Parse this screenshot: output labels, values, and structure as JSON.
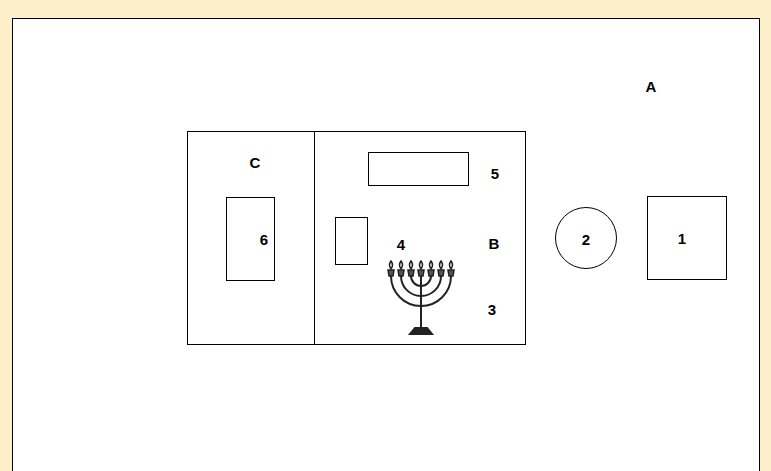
{
  "diagram": {
    "nodes": [
      {
        "text": [
          "A"
        ]
      },
      {
        "text": [
          "C"
        ],
        "in": 0
      },
      {
        "text": [
          "6"
        ],
        "in": 1
      },
      {
        "text": [
          "B"
        ],
        "in": 0
      },
      {
        "text": [
          "5"
        ],
        "in": 3
      },
      {
        "text": [
          "4"
        ],
        "in": 3
      },
      {
        "text": [
          "2"
        ],
        "in": 0
      },
      {
        "text": [
          "1"
        ],
        "in": 0
      }
    ],
    "labels": [
      "3"
    ]
  }
}
